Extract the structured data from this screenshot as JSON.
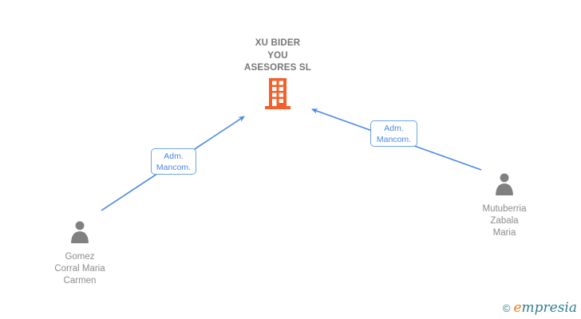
{
  "company": {
    "name_lines": [
      "XU BIDER",
      "YOU",
      "ASESORES SL"
    ]
  },
  "persons": [
    {
      "name_lines": [
        "Gomez",
        "Corral Maria",
        "Carmen"
      ]
    },
    {
      "name_lines": [
        "Mutuberria",
        "Zabala",
        "Maria"
      ]
    }
  ],
  "relations": [
    {
      "from": "Gomez Corral Maria Carmen",
      "to": "XU BIDER YOU ASESORES SL",
      "label_lines": [
        "Adm.",
        "Mancom."
      ]
    },
    {
      "from": "Mutuberria Zabala Maria",
      "to": "XU BIDER YOU ASESORES SL",
      "label_lines": [
        "Adm.",
        "Mancom."
      ]
    }
  ],
  "watermark": {
    "copyright": "©",
    "brand_first_letter": "e",
    "brand_rest": "mpresia"
  },
  "colors": {
    "edge_blue": "#4a86e8",
    "label_border_blue": "#6fa3e0",
    "label_text_blue": "#4a86e8",
    "building_orange": "#f4602c",
    "person_gray": "#808080",
    "company_text_gray": "#767676",
    "person_text_gray": "#8c8c8c",
    "logo_teal": "#2e7f90",
    "logo_orange": "#e87e1e"
  }
}
